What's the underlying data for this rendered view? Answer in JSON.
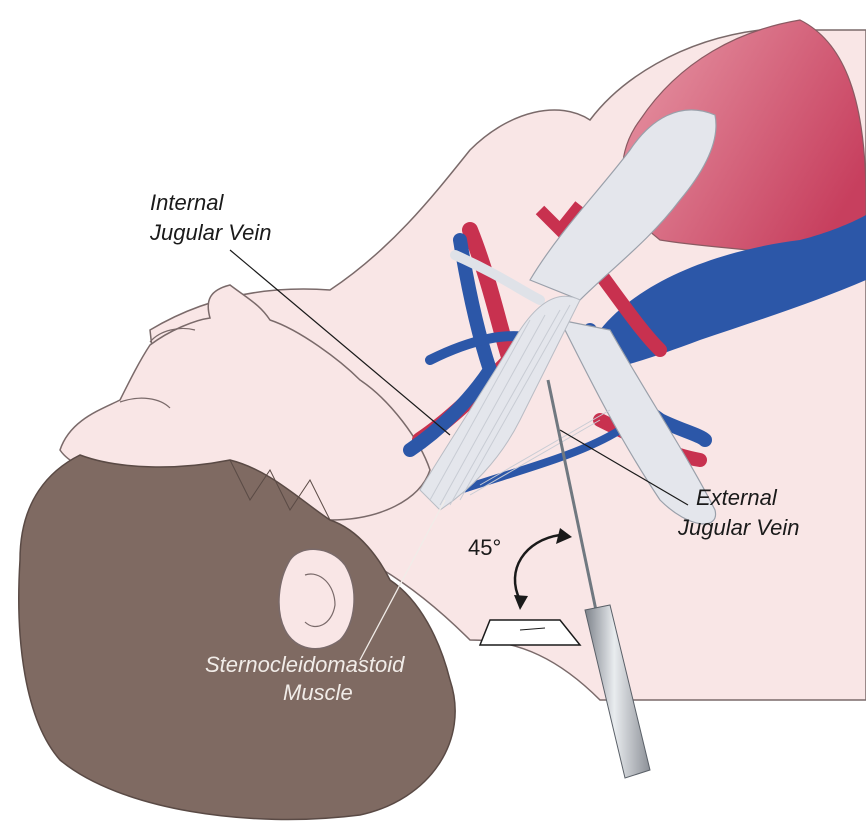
{
  "labels": {
    "internal_jugular_line1": "Internal",
    "internal_jugular_line2": "Jugular Vein",
    "external_jugular_line1": "External",
    "external_jugular_line2": "Jugular Vein",
    "scm_line1": "Sternocleidomastoid",
    "scm_line2": "Muscle",
    "angle": "45°"
  },
  "colors": {
    "skin": "#f9e6e6",
    "skin_outline": "#7a6a6a",
    "hair": "#7f6a62",
    "artery": "#c8314f",
    "vein": "#2c57a8",
    "muscle": "#e4e6ec",
    "clavicle": "#dfe2e8",
    "shoulder_shade": "#d96b82",
    "needle": "#b8bcc2"
  }
}
